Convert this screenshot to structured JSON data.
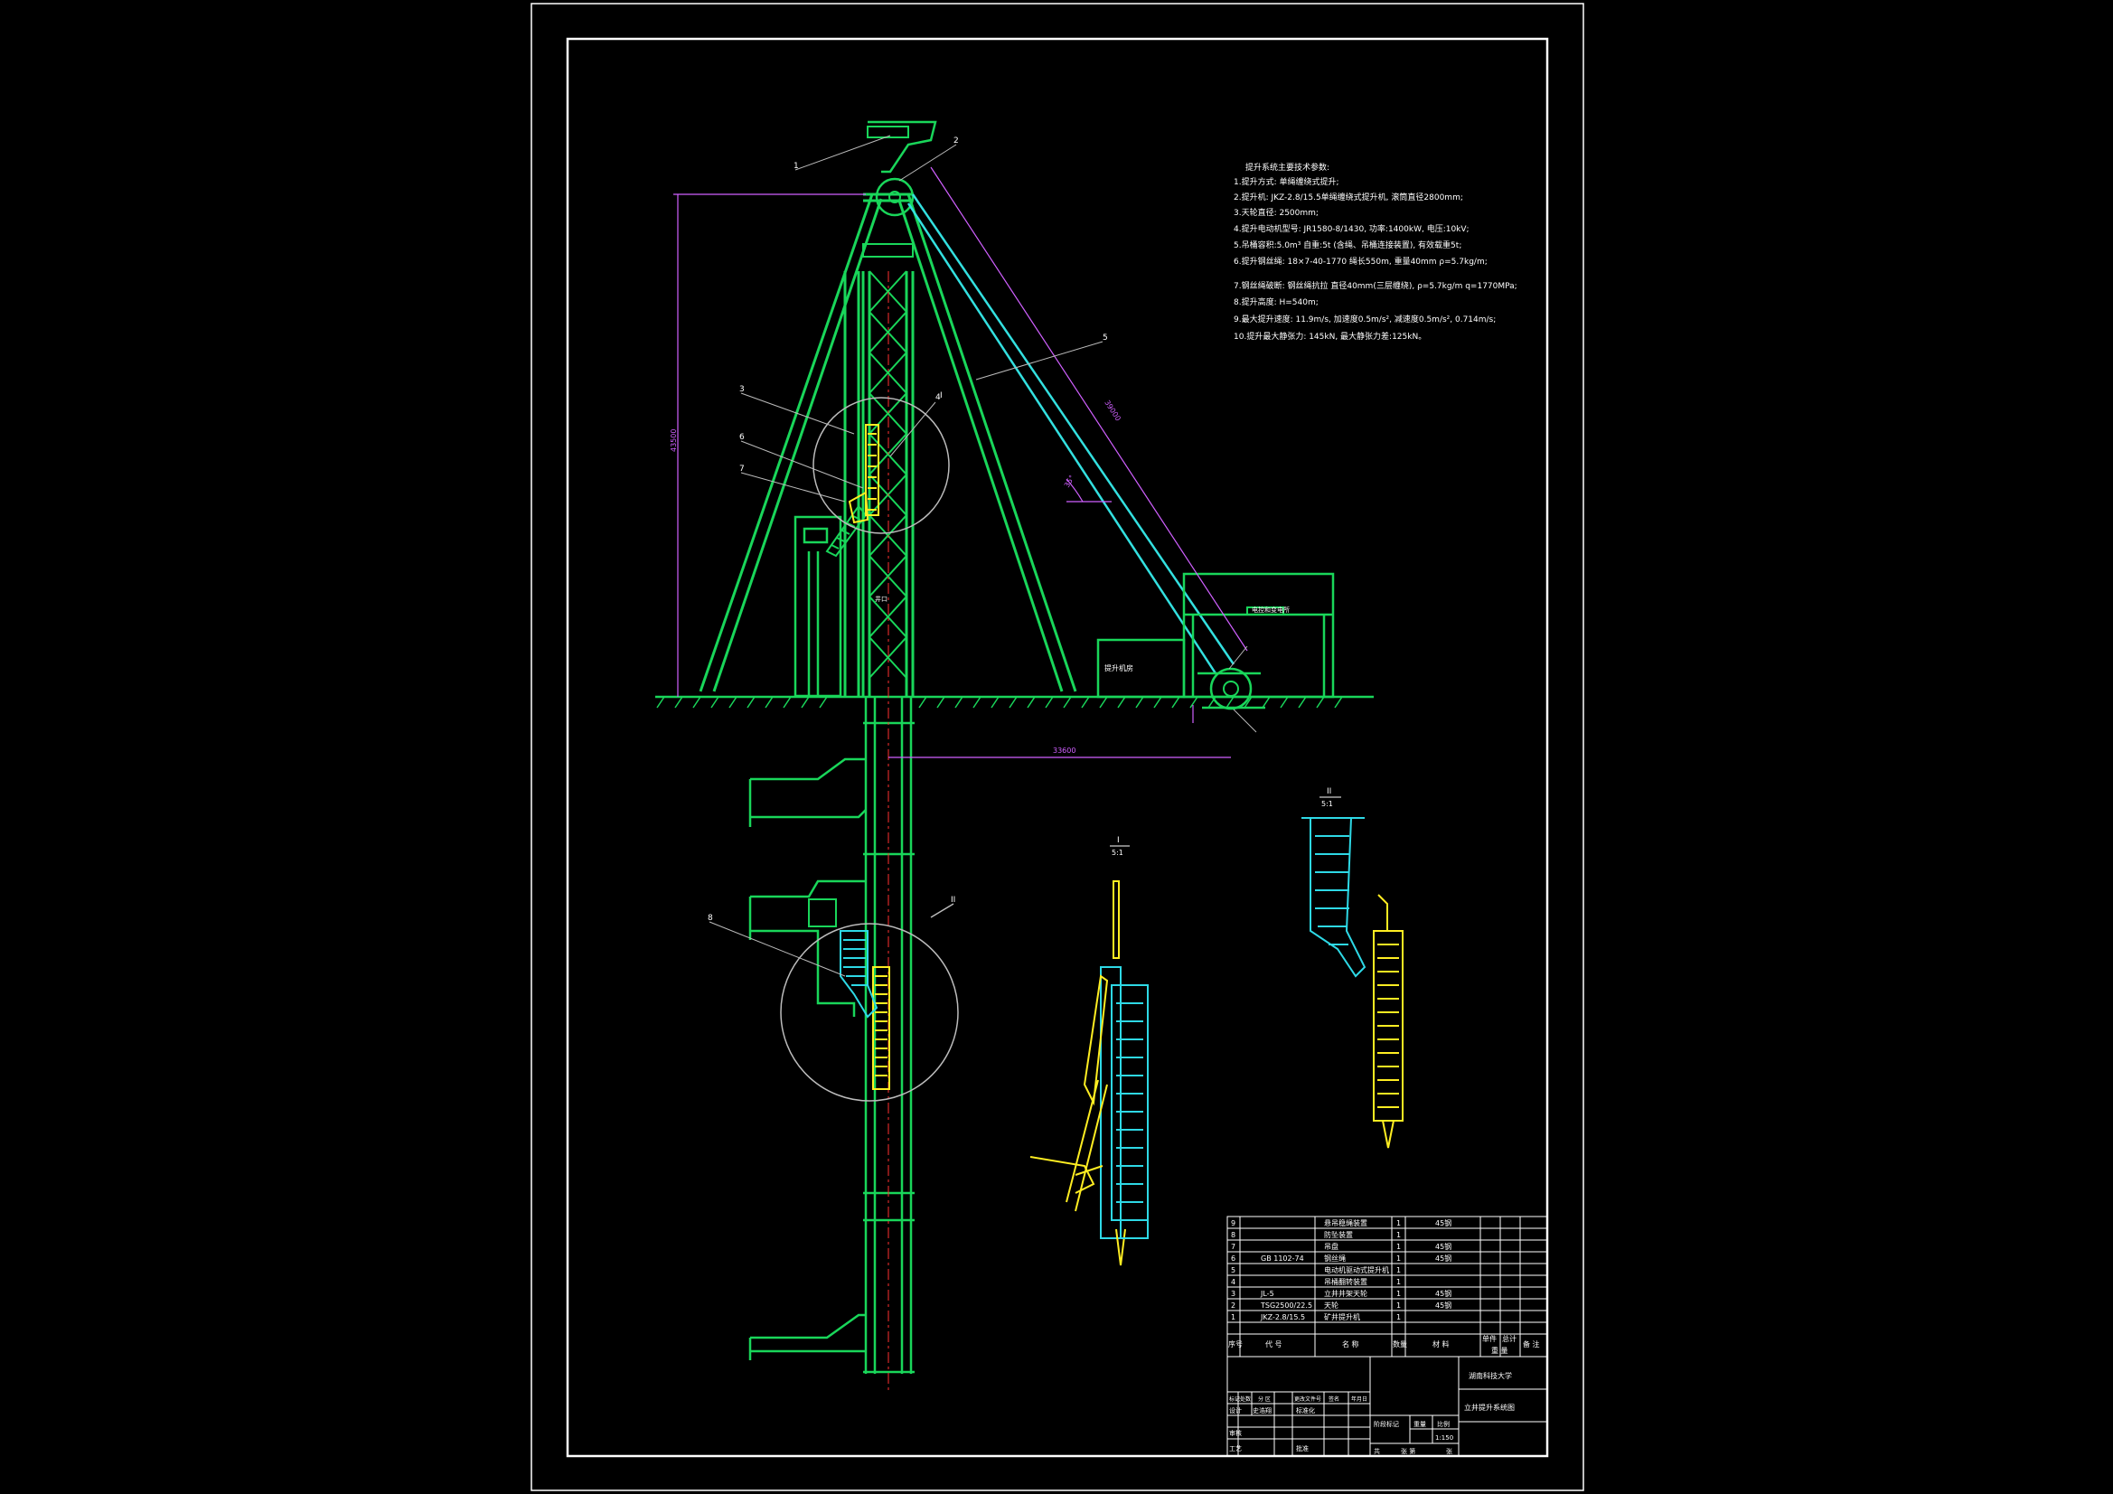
{
  "colors": {
    "background": "#000000",
    "frame": "#ffffff",
    "structure": "#19d65a",
    "rope": "#33e0e0",
    "equipment_yellow": "#ffee22",
    "equipment_cyan": "#2ed9e6",
    "dimension": "#d060ff",
    "text": "#ffffff"
  },
  "notes": {
    "heading": "提升系统主要技术参数:",
    "lines": [
      "1.提升方式: 单绳缠绕式提升;",
      "2.提升机: JKZ-2.8/15.5单绳缠绕式提升机, 滚筒直径2800mm;",
      "3.天轮直径: 2500mm;",
      "4.提升电动机型号: JR1580-8/1430, 功率:1400kW, 电压:10kV;",
      "5.吊桶容积:5.0m³ 自重:5t (含绳、吊桶连接装置), 有效载重5t;",
      "6.提升钢丝绳: 18×7-40-1770 绳长550m, 重量40mm ρ=5.7kg/m;",
      "7.钢丝绳破断: 钢丝绳抗拉 直径40mm(三层缠绕), ρ=5.7kg/m q=1770MPa;",
      "8.提升高度: H=540m;",
      "9.最大提升速度: 11.9m/s, 加速度0.5m/s², 减速度0.5m/s², 0.714m/s;",
      "10.提升最大静张力: 145kN, 最大静张力差:125kN。"
    ]
  },
  "dimensions": {
    "headframe_height": "43500",
    "rope_chord": "39000",
    "rope_angle": "35°",
    "winch_distance": "33600"
  },
  "labels": {
    "surface_building": "电控和变电所",
    "hoist_house": "提升机房",
    "detail_ref_1": "I",
    "detail_ref_2": "II",
    "shaft_collar": "井口",
    "item_1": "1",
    "item_2": "2",
    "item_3": "3",
    "item_4": "4",
    "item_5": "5",
    "item_6": "6",
    "item_7": "7",
    "item_8": "8"
  },
  "details": {
    "detail_i_title": "I",
    "detail_i_scale": "5:1",
    "detail_ii_title": "II",
    "detail_ii_scale": "5:1"
  },
  "parts_table": {
    "header": {
      "no": "序号",
      "code": "代 号",
      "name": "名 称",
      "qty": "数量",
      "material": "材 料",
      "unit_weight": "单件",
      "total_weight": "总计",
      "weight": "重 量",
      "remark": "备 注"
    },
    "rows": [
      {
        "no": "9",
        "code": "",
        "name": "悬吊稳绳装置",
        "qty": "1",
        "material": "45钢"
      },
      {
        "no": "8",
        "code": "",
        "name": "防坠装置",
        "qty": "1",
        "material": ""
      },
      {
        "no": "7",
        "code": "",
        "name": "吊盘",
        "qty": "1",
        "material": "45钢"
      },
      {
        "no": "6",
        "code": "GB 1102-74",
        "name": "钢丝绳",
        "qty": "1",
        "material": "45钢"
      },
      {
        "no": "5",
        "code": "",
        "name": "电动机驱动式提升机",
        "qty": "1",
        "material": ""
      },
      {
        "no": "4",
        "code": "",
        "name": "吊桶翻转装置",
        "qty": "1",
        "material": ""
      },
      {
        "no": "3",
        "code": "JL-5",
        "name": "立井井架天轮",
        "qty": "1",
        "material": "45钢"
      },
      {
        "no": "2",
        "code": "TSG2500/22.5",
        "name": "天轮",
        "qty": "1",
        "material": "45钢"
      },
      {
        "no": "1",
        "code": "JKZ-2.8/15.5",
        "name": "矿井提升机",
        "qty": "1",
        "material": ""
      }
    ]
  },
  "title_block": {
    "school": "湖南科技大学",
    "drawing_title": "立井提升系统图",
    "mark_label": "标记",
    "count_label": "处数",
    "zone_label": "分 区",
    "change_doc_label": "更改文件号",
    "sign_label": "签名",
    "date_label": "年月日",
    "design_label": "设计",
    "designer": "史浩翔",
    "standard_label": "标准化",
    "check_label": "审核",
    "process_label": "工艺",
    "approve_label": "批准",
    "stage_label": "阶段标记",
    "weight_label": "重量",
    "scale_label": "比例",
    "scale": "1:150",
    "sheets_total": "共",
    "sheet_no": "张 第",
    "sheet_suffix": "张"
  }
}
